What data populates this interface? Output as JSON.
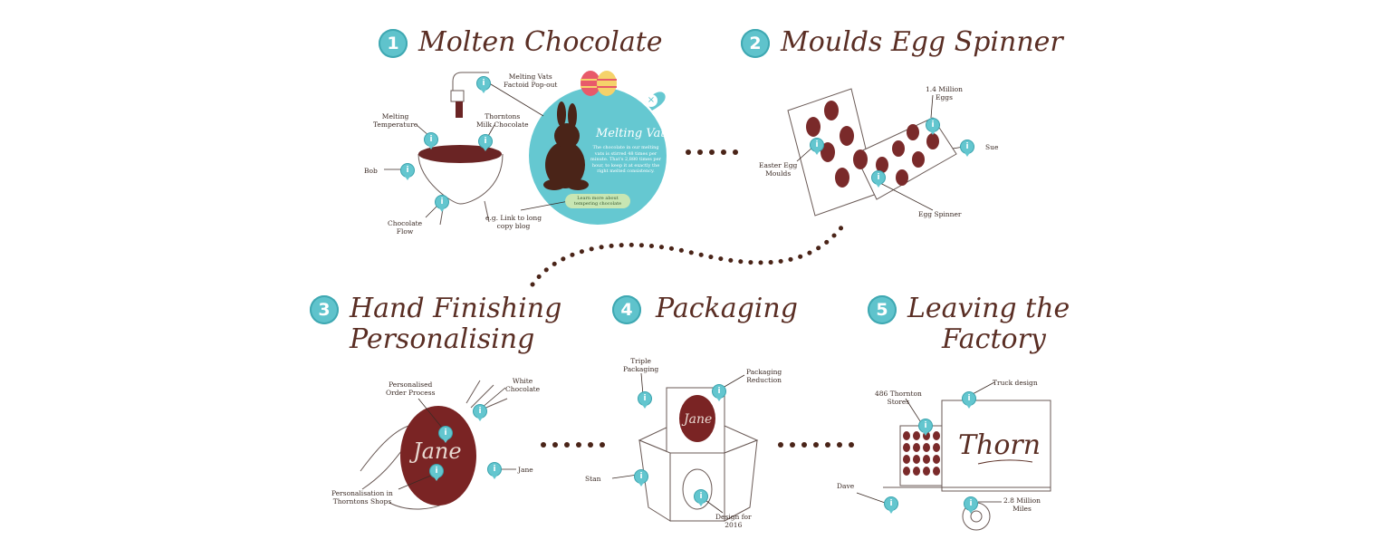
{
  "steps": [
    {
      "number": "1",
      "title": "Molten Chocolate"
    },
    {
      "number": "2",
      "title": "Moulds Egg Spinner"
    },
    {
      "number": "3",
      "title_line1": "Hand Finishing",
      "title_line2": "Personalising"
    },
    {
      "number": "4",
      "title": "Packaging"
    },
    {
      "number": "5",
      "title_line1": "Leaving the",
      "title_line2": "Factory"
    }
  ],
  "labels": {
    "melting_vats_popout": "Melting Vats\nFactoid Pop-out",
    "melting_temperature": "Melting\nTemperature",
    "thorntons_milk": "Thorntons\nMilk Chocolate",
    "bob": "Bob",
    "chocolate_flow": "Chocolate\nFlow",
    "link_to_blog": "e.g. Link to long\ncopy blog",
    "million_eggs": "1.4 Million\nEggs",
    "sue": "Sue",
    "easter_egg_moulds": "Easter Egg\nMoulds",
    "egg_spinner": "Egg Spinner",
    "personalised_order": "Personalised\nOrder Process",
    "white_chocolate": "White\nChocolate",
    "jane": "Jane",
    "personalisation_shops": "Personalisation in\nThorntons Shops",
    "triple_packaging": "Triple\nPackaging",
    "packaging_reduction": "Packaging\nReduction",
    "stan": "Stan",
    "design_2016": "Design for\n2016",
    "thornton_stores": "486 Thornton\nStores",
    "truck_design": "Truck design",
    "dave": "Dave",
    "million_miles": "2.8 Million\nMiles"
  },
  "popup": {
    "title": "Melting Vats",
    "body": "The chocolate in our melting vats is stirred 48 times per minute. That's 2,880 times per hour, to keep it at exactly the right melted consistency.",
    "button": "Learn more about tempering chocolate",
    "close": "×"
  },
  "handwriting": {
    "egg_name": "Jane",
    "box_name": "Jane",
    "truck_name": "Thorn"
  },
  "pin_icon": "i",
  "colors": {
    "accent": "#5fc3cc",
    "chocolate": "#7a2a2a",
    "title": "#5a2e24"
  }
}
